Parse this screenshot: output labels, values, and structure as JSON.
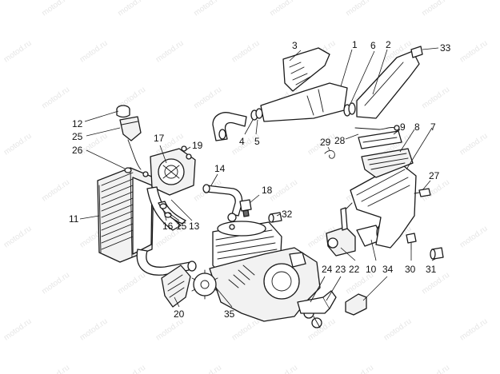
{
  "watermark": "motod.ru",
  "callouts": [
    {
      "id": "1",
      "label": "1"
    },
    {
      "id": "2",
      "label": "2"
    },
    {
      "id": "3",
      "label": "3"
    },
    {
      "id": "4",
      "label": "4"
    },
    {
      "id": "5",
      "label": "5"
    },
    {
      "id": "6",
      "label": "6"
    },
    {
      "id": "7",
      "label": "7"
    },
    {
      "id": "8",
      "label": "8"
    },
    {
      "id": "9",
      "label": "9"
    },
    {
      "id": "10",
      "label": "10"
    },
    {
      "id": "11",
      "label": "11"
    },
    {
      "id": "12",
      "label": "12"
    },
    {
      "id": "13",
      "label": "13"
    },
    {
      "id": "14",
      "label": "14"
    },
    {
      "id": "15",
      "label": "15"
    },
    {
      "id": "16",
      "label": "16"
    },
    {
      "id": "17",
      "label": "17"
    },
    {
      "id": "18",
      "label": "18"
    },
    {
      "id": "19",
      "label": "19"
    },
    {
      "id": "20",
      "label": "20"
    },
    {
      "id": "22",
      "label": "22"
    },
    {
      "id": "23",
      "label": "23"
    },
    {
      "id": "24",
      "label": "24"
    },
    {
      "id": "25",
      "label": "25"
    },
    {
      "id": "26",
      "label": "26"
    },
    {
      "id": "27",
      "label": "27"
    },
    {
      "id": "28",
      "label": "28"
    },
    {
      "id": "29",
      "label": "29"
    },
    {
      "id": "30",
      "label": "30"
    },
    {
      "id": "31",
      "label": "31"
    },
    {
      "id": "32",
      "label": "32"
    },
    {
      "id": "33",
      "label": "33"
    },
    {
      "id": "34",
      "label": "34"
    },
    {
      "id": "35",
      "label": "35"
    }
  ]
}
